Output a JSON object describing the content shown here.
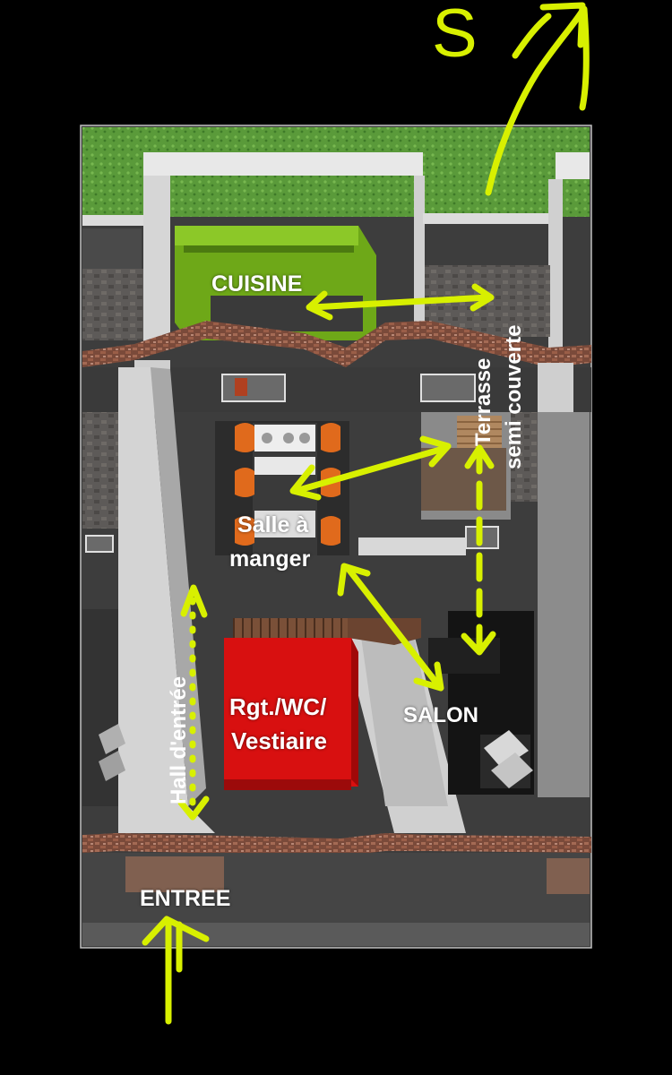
{
  "direction_mark": "S",
  "rooms": {
    "kitchen": "CUISINE",
    "terrace_line1": "Terrasse",
    "terrace_line2": "semi couverte",
    "dining_line1": "Salle à",
    "dining_line2": "manger",
    "storage_line1": "Rgt./WC/",
    "storage_line2": "Vestiaire",
    "living": "SALON",
    "hall": "Hall d'entrée",
    "entrance": "ENTREE"
  },
  "colors": {
    "background": "#000000",
    "arrows": "#d8f000",
    "grass": "#5a9a3a",
    "kitchen_block": "#6ea818",
    "storage_block": "#d81010",
    "brick": "#7a4a3a",
    "chairs": "#e06a1c"
  }
}
